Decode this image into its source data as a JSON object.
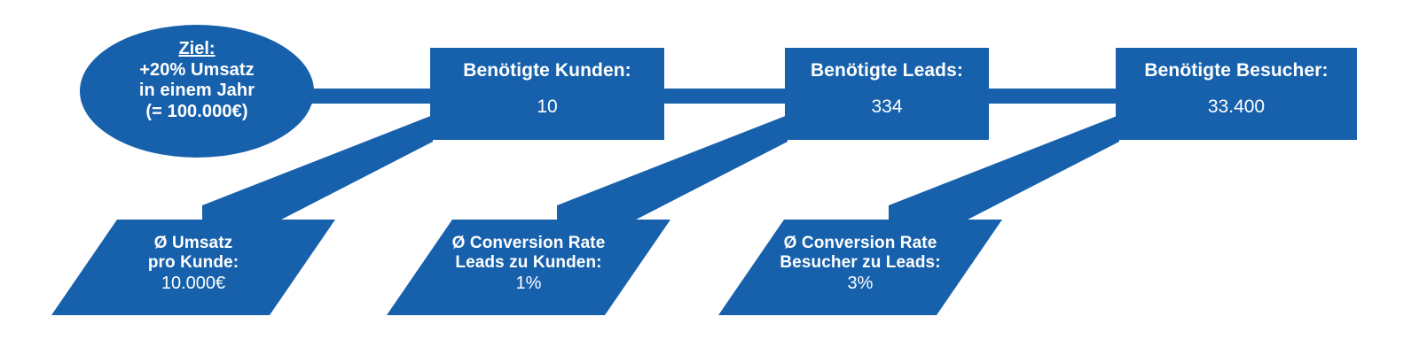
{
  "diagram": {
    "type": "funnel-calculation-flow",
    "language": "de",
    "colors": {
      "accent": "#1761AC",
      "background": "#FFFFFF",
      "text": "#FFFFFF"
    },
    "goal_node": {
      "shape": "ellipse",
      "title": "Ziel:",
      "lines": [
        "+20% Umsatz",
        "in einem Jahr",
        "(= 100.000€)"
      ]
    },
    "step_nodes": [
      {
        "shape": "rectangle",
        "title": "Benötigte Kunden:",
        "value": "10"
      },
      {
        "shape": "rectangle",
        "title": "Benötigte Leads:",
        "value": "334"
      },
      {
        "shape": "rectangle",
        "title": "Benötigte Besucher:",
        "value": "33.400"
      }
    ],
    "rate_nodes": [
      {
        "shape": "parallelogram",
        "title_line1": "Ø Umsatz",
        "title_line2": "pro Kunde:",
        "value": "10.000€"
      },
      {
        "shape": "parallelogram",
        "title_line1": "Ø Conversion Rate",
        "title_line2": "Leads zu Kunden:",
        "value": "1%"
      },
      {
        "shape": "parallelogram",
        "title_line1": "Ø Conversion Rate",
        "title_line2": "Besucher zu Leads:",
        "value": "3%"
      }
    ]
  }
}
